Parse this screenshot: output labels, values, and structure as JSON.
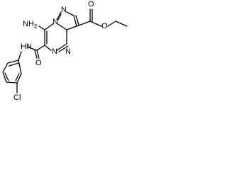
{
  "molecule": {
    "atom_labels": {
      "amino_group": "NH2",
      "amide_nh": "HN",
      "amide_oxygen": "O",
      "chloro": "Cl",
      "ring_n_bridgehead": "N",
      "pyrazole_n": "N",
      "triazine_n1": "N",
      "triazine_n2": "N",
      "ester_oxygen_carbonyl": "O",
      "ester_oxygen_ether": "O"
    }
  },
  "colors": {
    "bond": "#000000",
    "label": "#000000",
    "background": "#ffffff"
  }
}
